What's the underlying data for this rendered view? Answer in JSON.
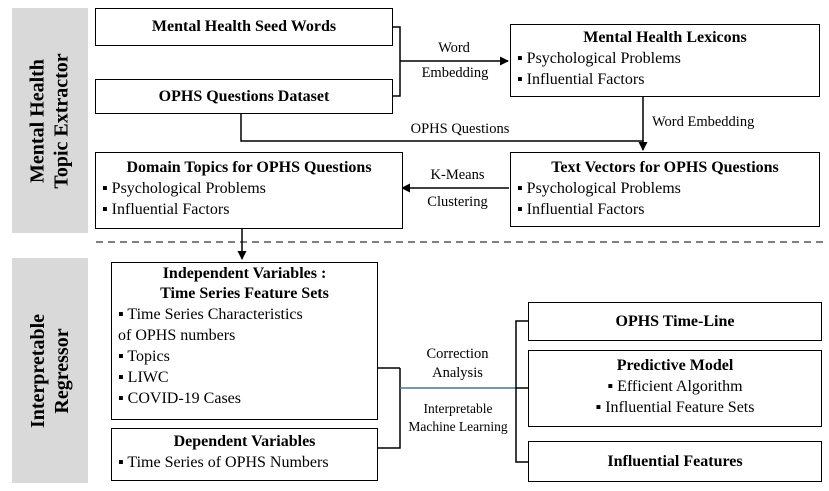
{
  "sections": {
    "extractor": {
      "line1": "Mental Health",
      "line2": "Topic Extractor"
    },
    "regressor": {
      "line1": "Interpretable",
      "line2": "Regressor"
    }
  },
  "boxes": {
    "seed_words": {
      "title": "Mental Health Seed Words"
    },
    "ophs_dataset": {
      "title": "OPHS Questions Dataset"
    },
    "lexicons": {
      "title": "Mental Health Lexicons",
      "items": [
        "▪ Psychological Problems",
        "▪ Influential Factors"
      ]
    },
    "text_vectors": {
      "title": "Text Vectors for OPHS Questions",
      "items": [
        "▪ Psychological Problems",
        "▪ Influential Factors"
      ]
    },
    "domain_topics": {
      "title": "Domain Topics for OPHS Questions",
      "items": [
        "▪ Psychological Problems",
        "▪ Influential Factors"
      ]
    },
    "independent": {
      "title1": "Independent Variables :",
      "title2": "Time Series Feature Sets",
      "items": [
        "▪ Time Series Characteristics",
        "of OPHS numbers",
        "▪ Topics",
        "▪ LIWC",
        "▪ COVID-19 Cases"
      ]
    },
    "dependent": {
      "title": "Dependent Variables",
      "items": [
        "▪ Time Series of OPHS Numbers"
      ]
    },
    "timeline": {
      "title": "OPHS Time-Line"
    },
    "predictive": {
      "title": "Predictive Model",
      "items": [
        "▪ Efficient Algorithm",
        "▪ Influential Feature Sets"
      ]
    },
    "influential": {
      "title": "Influential Features"
    }
  },
  "labels": {
    "word_embedding_1": "Word",
    "word_embedding_2": "Embedding",
    "ophs_questions": "OPHS Questions",
    "word_embedding": "Word Embedding",
    "kmeans_1": "K-Means",
    "kmeans_2": "Clustering",
    "correction_1": "Correction",
    "correction_2": "Analysis",
    "interp_1": "Interpretable",
    "interp_2": "Machine Learning"
  }
}
